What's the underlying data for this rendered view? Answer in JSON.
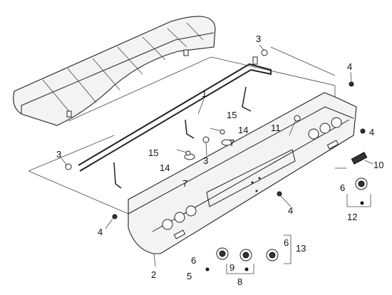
{
  "callouts": [
    "1",
    "2",
    "3",
    "3",
    "3",
    "4",
    "4",
    "4",
    "4",
    "5",
    "6",
    "6",
    "6",
    "7",
    "7",
    "8",
    "9",
    "10",
    "11",
    "12",
    "13",
    "14",
    "14",
    "15",
    "15"
  ]
}
